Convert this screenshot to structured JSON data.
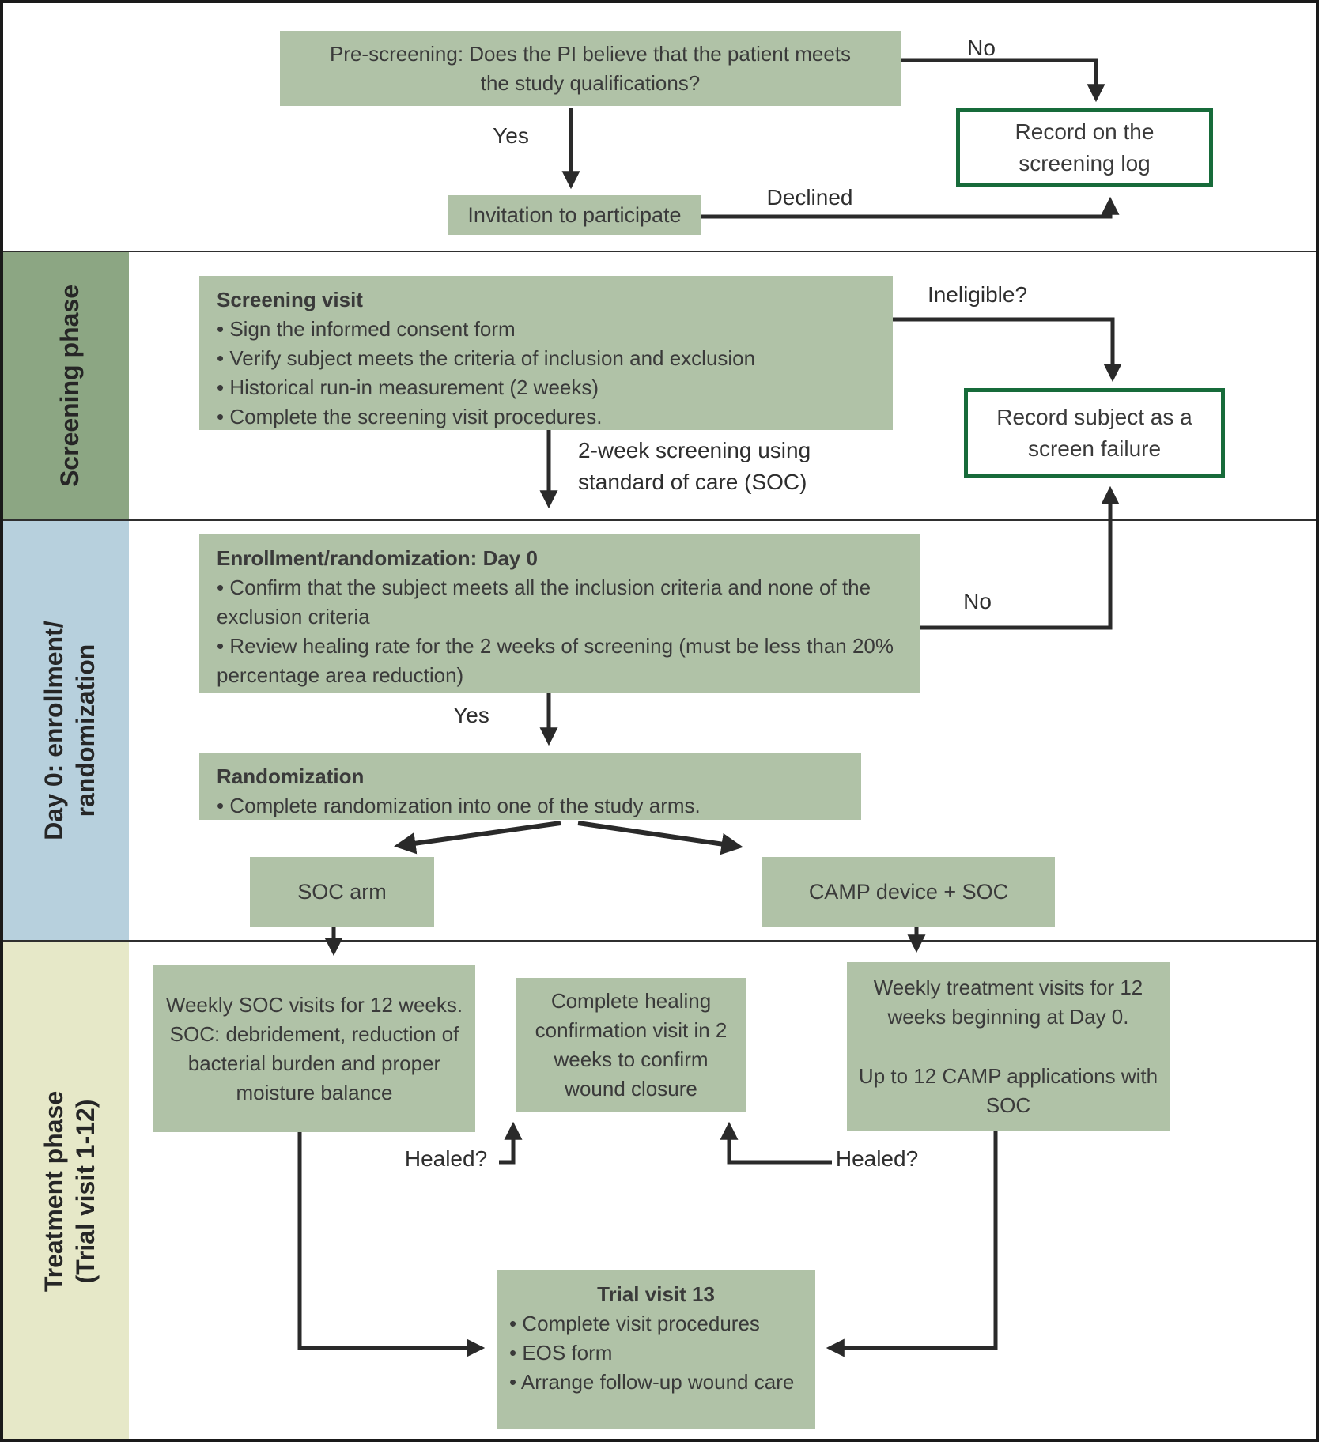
{
  "colors": {
    "box_fill": "#b0c2a7",
    "box_border_green": "#176b3a",
    "line": "#2a2a2a",
    "text": "#3a3a3a",
    "label_text": "#2e2e2e",
    "sidebar_screening": "#8ca683",
    "sidebar_enrollment": "#b7d0dd",
    "sidebar_treatment": "#e6e8c8",
    "background": "#ffffff",
    "divider": "#2f2f2f"
  },
  "sidebars": {
    "screening": [
      "Screening phase"
    ],
    "enrollment": [
      "Day 0: enrollment/",
      "randomization"
    ],
    "treatment": [
      "Treatment phase",
      "(Trial visit 1-12)"
    ]
  },
  "nodes": {
    "prescreen": {
      "lines": [
        "Pre-screening: Does the PI believe that the patient meets",
        "the study qualifications?"
      ]
    },
    "record_log": {
      "lines": [
        "Record on the",
        "screening log"
      ]
    },
    "invitation": {
      "text": "Invitation to participate"
    },
    "screening_visit": {
      "title": "Screening visit",
      "bullets": [
        "Sign the informed consent form",
        "Verify subject meets the criteria of inclusion and exclusion",
        "Historical run-in measurement (2 weeks)",
        "Complete the screening visit procedures."
      ]
    },
    "screen_failure": {
      "lines": [
        "Record subject as a",
        "screen failure"
      ]
    },
    "enrollment": {
      "title": "Enrollment/randomization: Day 0",
      "bullets": [
        "Confirm that the subject meets all the inclusion criteria and none of the exclusion criteria",
        "Review healing rate for the 2 weeks of screening (must be less than 20% percentage area reduction)"
      ]
    },
    "randomization": {
      "title": "Randomization",
      "bullets": [
        "Complete randomization into one of the study arms."
      ]
    },
    "soc_arm": {
      "text": "SOC arm"
    },
    "camp_arm": {
      "text": "CAMP device + SOC"
    },
    "soc_visits": {
      "paragraphs": [
        "Weekly SOC visits for 12 weeks.",
        "SOC: debridement, reduction of bacterial burden and proper moisture balance"
      ]
    },
    "healing_confirmation": {
      "text": "Complete healing confirmation visit in 2 weeks to confirm wound closure"
    },
    "treatment_visits": {
      "paragraphs": [
        "Weekly treatment visits for 12 weeks beginning at Day 0.",
        "Up to 12 CAMP applications with SOC"
      ]
    },
    "trial_visit_13": {
      "title": "Trial visit 13",
      "bullets": [
        "Complete visit procedures",
        "EOS form",
        "Arrange follow-up wound care"
      ]
    }
  },
  "edge_labels": {
    "no_prescreen": "No",
    "yes_prescreen": "Yes",
    "declined": "Declined",
    "ineligible": "Ineligible?",
    "soc_screening_lines": [
      "2-week screening using",
      "standard of care (SOC)"
    ],
    "no_enrollment": "No",
    "yes_enrollment": "Yes",
    "healed_left": "Healed?",
    "healed_right": "Healed?"
  }
}
